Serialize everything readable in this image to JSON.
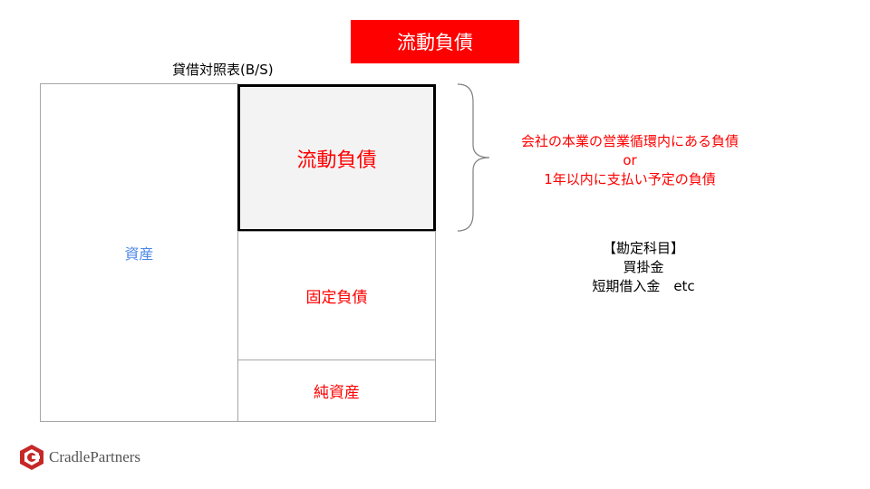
{
  "title": "流動負債",
  "balance_sheet": {
    "caption": "貸借対照表(B/S)",
    "assets_label": "資産",
    "current_liabilities_label": "流動負債",
    "fixed_liabilities_label": "固定負債",
    "net_assets_label": "純資産"
  },
  "description": {
    "line1": "会社の本業の営業循環内にある負債",
    "line2": "or",
    "line3": "1年以内に支払い予定の負債"
  },
  "accounts": {
    "heading": "【勘定科目】",
    "item1": "買掛金",
    "item2": "短期借入金　etc"
  },
  "logo": {
    "text": "CradlePartners"
  },
  "colors": {
    "accent_red": "#ff0000",
    "assets_blue": "#4a86e8",
    "highlight_bg": "#f3f3f3",
    "logo_red": "#c62828"
  }
}
